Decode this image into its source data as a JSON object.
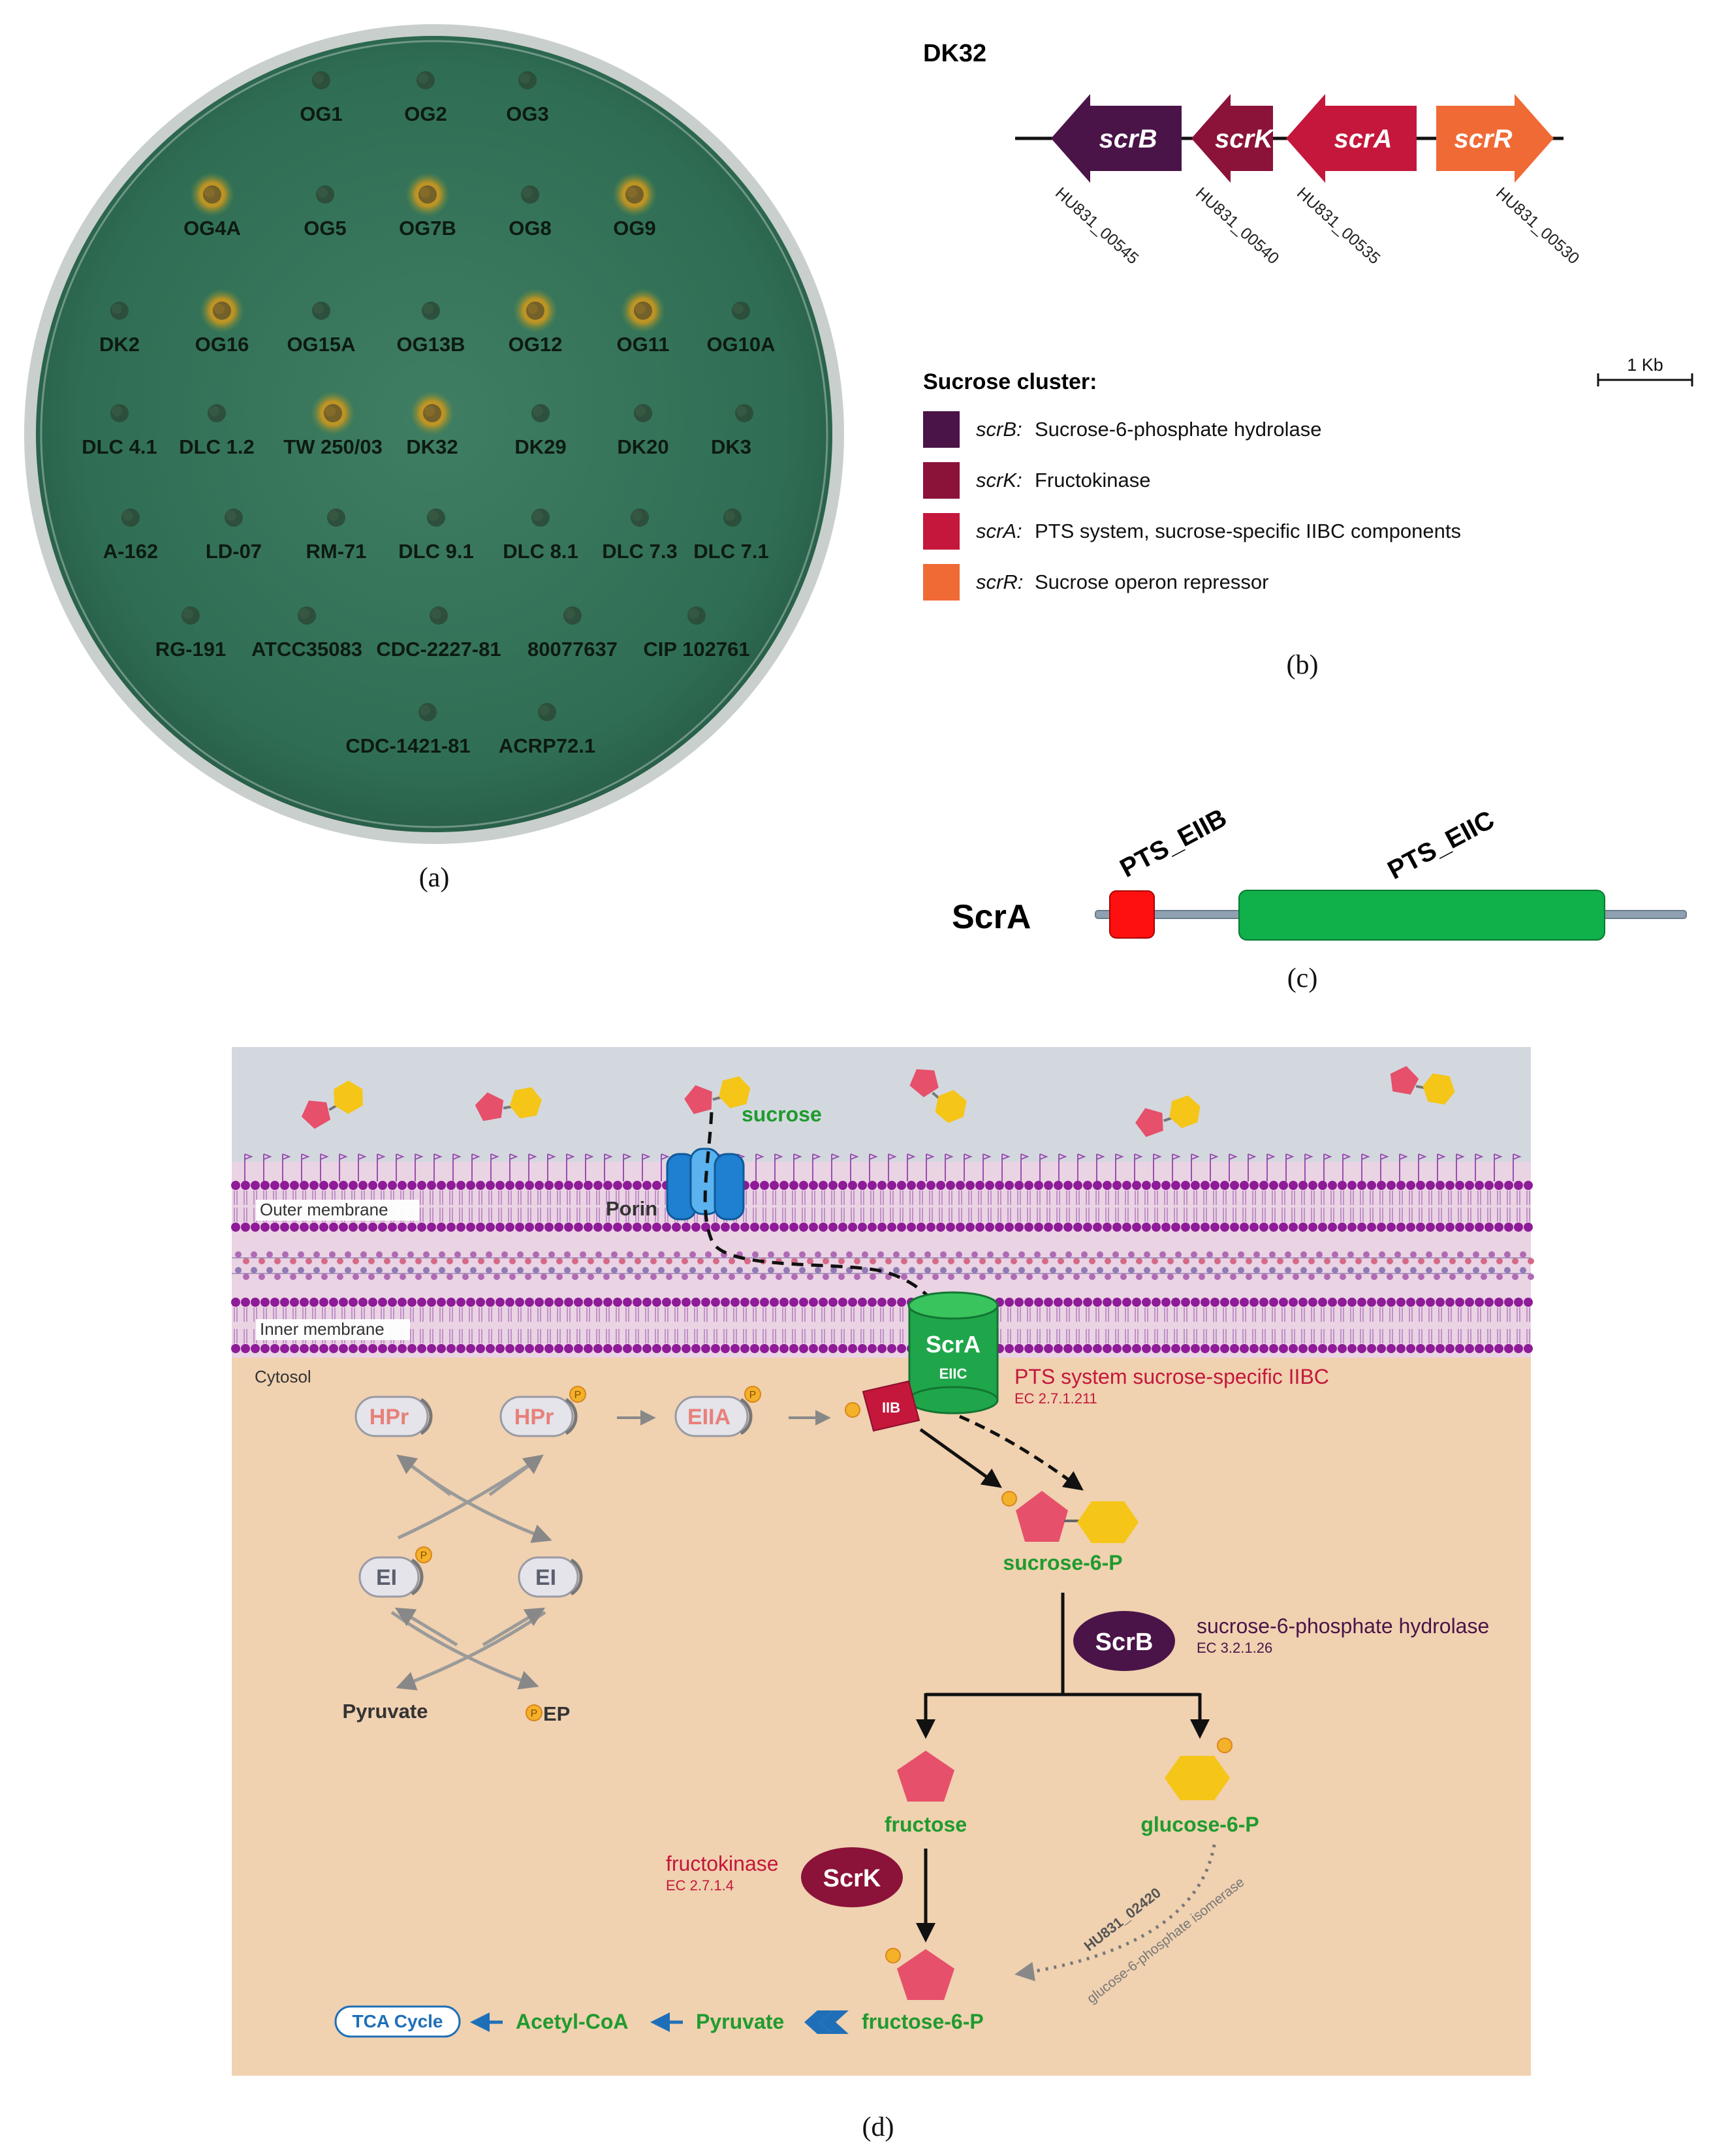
{
  "panel_a": {
    "label": "(a)",
    "strains": [
      {
        "name": "OG1",
        "halo": false
      },
      {
        "name": "OG2",
        "halo": false
      },
      {
        "name": "OG3",
        "halo": false
      },
      {
        "name": "OG4A",
        "halo": true
      },
      {
        "name": "OG5",
        "halo": false
      },
      {
        "name": "OG7B",
        "halo": true
      },
      {
        "name": "OG8",
        "halo": false
      },
      {
        "name": "OG9",
        "halo": true
      },
      {
        "name": "DK2",
        "halo": false
      },
      {
        "name": "OG16",
        "halo": true
      },
      {
        "name": "OG15A",
        "halo": false
      },
      {
        "name": "OG13B",
        "halo": false
      },
      {
        "name": "OG12",
        "halo": true
      },
      {
        "name": "OG11",
        "halo": true
      },
      {
        "name": "OG10A",
        "halo": false
      },
      {
        "name": "DLC 4.1",
        "halo": false
      },
      {
        "name": "DLC 1.2",
        "halo": false
      },
      {
        "name": "TW 250/03",
        "halo": true
      },
      {
        "name": "DK32",
        "halo": true
      },
      {
        "name": "DK29",
        "halo": false
      },
      {
        "name": "DK20",
        "halo": false
      },
      {
        "name": "DK3",
        "halo": false
      },
      {
        "name": "A-162",
        "halo": false
      },
      {
        "name": "LD-07",
        "halo": false
      },
      {
        "name": "RM-71",
        "halo": false
      },
      {
        "name": "DLC 9.1",
        "halo": false
      },
      {
        "name": "DLC 8.1",
        "halo": false
      },
      {
        "name": "DLC 7.3",
        "halo": false
      },
      {
        "name": "DLC 7.1",
        "halo": false
      },
      {
        "name": "RG-191",
        "halo": false
      },
      {
        "name": "ATCC35083",
        "halo": false
      },
      {
        "name": "CDC-2227-81",
        "halo": false
      },
      {
        "name": "80077637",
        "halo": false
      },
      {
        "name": "CIP 102761",
        "halo": false
      },
      {
        "name": "CDC-1421-81",
        "halo": false
      },
      {
        "name": "ACRP72.1",
        "halo": false
      }
    ]
  },
  "panel_b": {
    "label": "(b)",
    "title": "DK32",
    "genes": [
      {
        "name": "scrB",
        "locus": "HU831_00545",
        "color": "#4a1448"
      },
      {
        "name": "scrK",
        "locus": "HU831_00540",
        "color": "#8b1238"
      },
      {
        "name": "scrA",
        "locus": "HU831_00535",
        "color": "#c4173b"
      },
      {
        "name": "scrR",
        "locus": "HU831_00530",
        "color": "#f06a35"
      }
    ],
    "scale_label": "1 Kb",
    "legend_title": "Sucrose cluster:",
    "legend": [
      {
        "gene": "scrB:",
        "desc": "Sucrose-6-phosphate hydrolase",
        "color": "#4a1448"
      },
      {
        "gene": "scrK:",
        "desc": "Fructokinase",
        "color": "#8b1238"
      },
      {
        "gene": "scrA:",
        "desc": "PTS system, sucrose-specific IIBC components",
        "color": "#c4173b"
      },
      {
        "gene": "scrR:",
        "desc": "Sucrose operon repressor",
        "color": "#f06a35"
      }
    ]
  },
  "panel_c": {
    "label": "(c)",
    "protein": "ScrA",
    "domains": [
      {
        "name": "PTS_EIIB",
        "color": "#ff1010"
      },
      {
        "name": "PTS_EIIC",
        "color": "#10b04a"
      }
    ]
  },
  "panel_d": {
    "label": "(d)",
    "sucrose": "sucrose",
    "porin": "Porin",
    "outer_membrane": "Outer membrane",
    "inner_membrane": "Inner membrane",
    "cytosol": "Cytosol",
    "scra_name": "ScrA",
    "scra_sub": "EIIC",
    "iib": "IIB",
    "pts_name": "PTS system sucrose-specific IIBC",
    "pts_ec": "EC 2.7.1.211",
    "hpr": "HPr",
    "eiia": "EIIA",
    "ei": "EI",
    "phospho": "P",
    "pyruvate_left": "Pyruvate",
    "pep_suffix": "EP",
    "sucrose6p": "sucrose-6-P",
    "scrb": "ScrB",
    "scrb_name": "sucrose-6-phosphate hydrolase",
    "scrb_ec": "EC 3.2.1.26",
    "fructose": "fructose",
    "glucose6p": "glucose-6-P",
    "scrk": "ScrK",
    "scrk_name": "fructokinase",
    "scrk_ec": "EC 2.7.1.4",
    "isomerase_locus": "HU831_02420",
    "isomerase_name": "glucose-6-phosphate isomerase",
    "fructose6p": "fructose-6-P",
    "pyruvate": "Pyruvate",
    "acetylcoa": "Acetyl-CoA",
    "tca": "TCA Cycle"
  }
}
